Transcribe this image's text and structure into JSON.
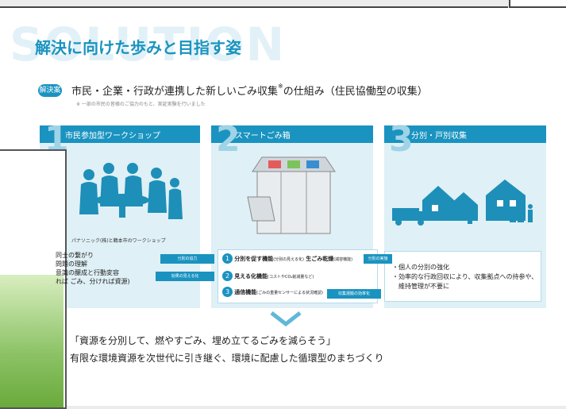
{
  "slide": {
    "watermark": "SOLUTION",
    "title": "解決に向けた歩みと目指す姿",
    "badge": "解決案",
    "heading": "市民・企業・行政が連携した新しいごみ収集",
    "heading_sup": "※",
    "heading_tail": "の仕組み（住民協働型の収集）",
    "note": "※ 一部の市民の皆様のご協力のもと、実証実験を行いました"
  },
  "columns": [
    {
      "number": "1",
      "label": "市民参加型ワークショップ"
    },
    {
      "number": "2",
      "label": "スマートごみ箱"
    },
    {
      "number": "3",
      "label": "分別・戸別収集"
    }
  ],
  "workshop_caption": "パナソニック(株)と鶴本市のワークショップ",
  "left_list": [
    "同士の繋がり",
    "問題の理解",
    "意識の醸成と行動変容",
    "れば ごみ、分ければ資源)"
  ],
  "features": [
    {
      "num": "1",
      "text": "分別を促す機能",
      "sub": "(分別の見える化)",
      "extra": "生ごみ乾燥",
      "extra_sub": "(減容機能)"
    },
    {
      "num": "2",
      "text": "見える化機能",
      "sub": "(コストやCO₂削減量など)"
    },
    {
      "num": "3",
      "text": "通信機能",
      "sub": "(ごみの重量センサーによる状況確認)"
    }
  ],
  "arrows": {
    "a1": "分別の協力",
    "a2": "効果の見える化",
    "a3": "分別の実施",
    "a4": "収集運搬の効率化"
  },
  "right_list": [
    "・個人の分別の強化",
    "・効率的な行政回収により、収集拠点への持参や、",
    "　維持管理が不要に"
  ],
  "conclusion": {
    "line1": "「資源を分別して、燃やすごみ、埋め立てるごみを減らそう」",
    "line2": "有限な環境資源を次世代に引き継ぐ、環境に配慮した循環型のまちづくり"
  },
  "colors": {
    "accent": "#1a93c0",
    "panel": "#dff0f6",
    "green": "#8cc265"
  }
}
